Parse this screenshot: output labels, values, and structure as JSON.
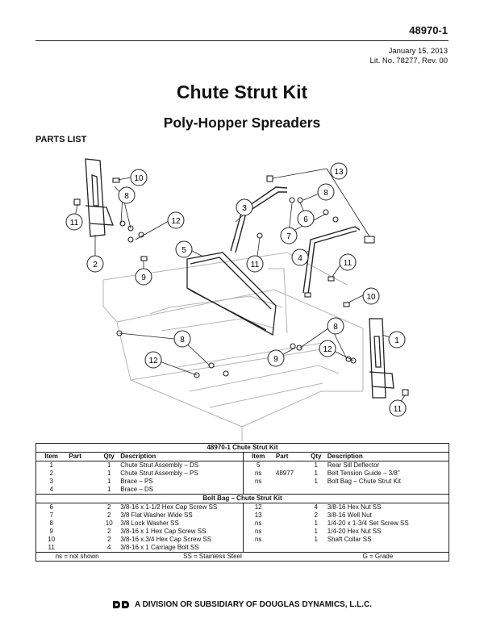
{
  "header": {
    "doc_number": "48970-1",
    "date": "January 15, 2013",
    "lit_no": "Lit. No. 78277, Rev. 00"
  },
  "title": "Chute Strut Kit",
  "subtitle": "Poly-Hopper Spreaders",
  "parts_list_heading": "PARTS LIST",
  "callouts": [
    "1",
    "2",
    "3",
    "4",
    "5",
    "6",
    "7",
    "8",
    "9",
    "10",
    "11",
    "12",
    "13"
  ],
  "table": {
    "caption": "48970-1  Chute Strut Kit",
    "columns": [
      "Item",
      "Part",
      "Qty",
      "Description"
    ],
    "kit_rows_left": [
      {
        "item": "1",
        "part": "",
        "qty": "1",
        "desc": "Chute Strut Assembly – DS"
      },
      {
        "item": "2",
        "part": "",
        "qty": "1",
        "desc": "Chute Strut Assembly – PS"
      },
      {
        "item": "3",
        "part": "",
        "qty": "1",
        "desc": "Brace – PS"
      },
      {
        "item": "4",
        "part": "",
        "qty": "1",
        "desc": "Brace – DS"
      }
    ],
    "kit_rows_right": [
      {
        "item": "5",
        "part": "",
        "qty": "1",
        "desc": "Rear Sill Deflector"
      },
      {
        "item": "ns",
        "part": "48977",
        "qty": "1",
        "desc": "Belt Tension Guide – 3/8\""
      },
      {
        "item": "ns",
        "part": "",
        "qty": "1",
        "desc": "Bolt Bag – Chute Strut Kit"
      },
      {
        "item": "",
        "part": "",
        "qty": "",
        "desc": ""
      }
    ],
    "bag_caption": "Bolt Bag – Chute Strut Kit",
    "bag_rows_left": [
      {
        "item": "6",
        "part": "",
        "qty": "2",
        "desc": "3/8-16 x 1-1/2 Hex Cap Screw SS"
      },
      {
        "item": "7",
        "part": "",
        "qty": "2",
        "desc": "3/8 Flat Washer Wide SS"
      },
      {
        "item": "8",
        "part": "",
        "qty": "10",
        "desc": "3/8 Lock Washer SS"
      },
      {
        "item": "9",
        "part": "",
        "qty": "2",
        "desc": "3/8-16 x 1 Hex Cap Screw SS"
      },
      {
        "item": "10",
        "part": "",
        "qty": "2",
        "desc": "3/8-16 x 3/4 Hex Cap Screw SS"
      },
      {
        "item": "11",
        "part": "",
        "qty": "4",
        "desc": "3/8-16 x 1 Carriage Bolt SS"
      }
    ],
    "bag_rows_right": [
      {
        "item": "12",
        "part": "",
        "qty": "4",
        "desc": "3/8-16 Hex Nut SS"
      },
      {
        "item": "13",
        "part": "",
        "qty": "2",
        "desc": "3/8-16 Well Nut"
      },
      {
        "item": "ns",
        "part": "",
        "qty": "1",
        "desc": "1/4-20 x 1-3/4 Set Screw SS"
      },
      {
        "item": "ns",
        "part": "",
        "qty": "1",
        "desc": "1/4-20 Hex Nut SS"
      },
      {
        "item": "ns",
        "part": "",
        "qty": "1",
        "desc": "Shaft Collar SS"
      },
      {
        "item": "",
        "part": "",
        "qty": "",
        "desc": ""
      }
    ],
    "legend": {
      "ns": "ns = not shown",
      "ss": "SS = Stainless Steel",
      "g": "G = Grade"
    }
  },
  "footer": {
    "text": "A DIVISION OR SUBSIDIARY OF DOUGLAS DYNAMICS, L.L.C."
  }
}
